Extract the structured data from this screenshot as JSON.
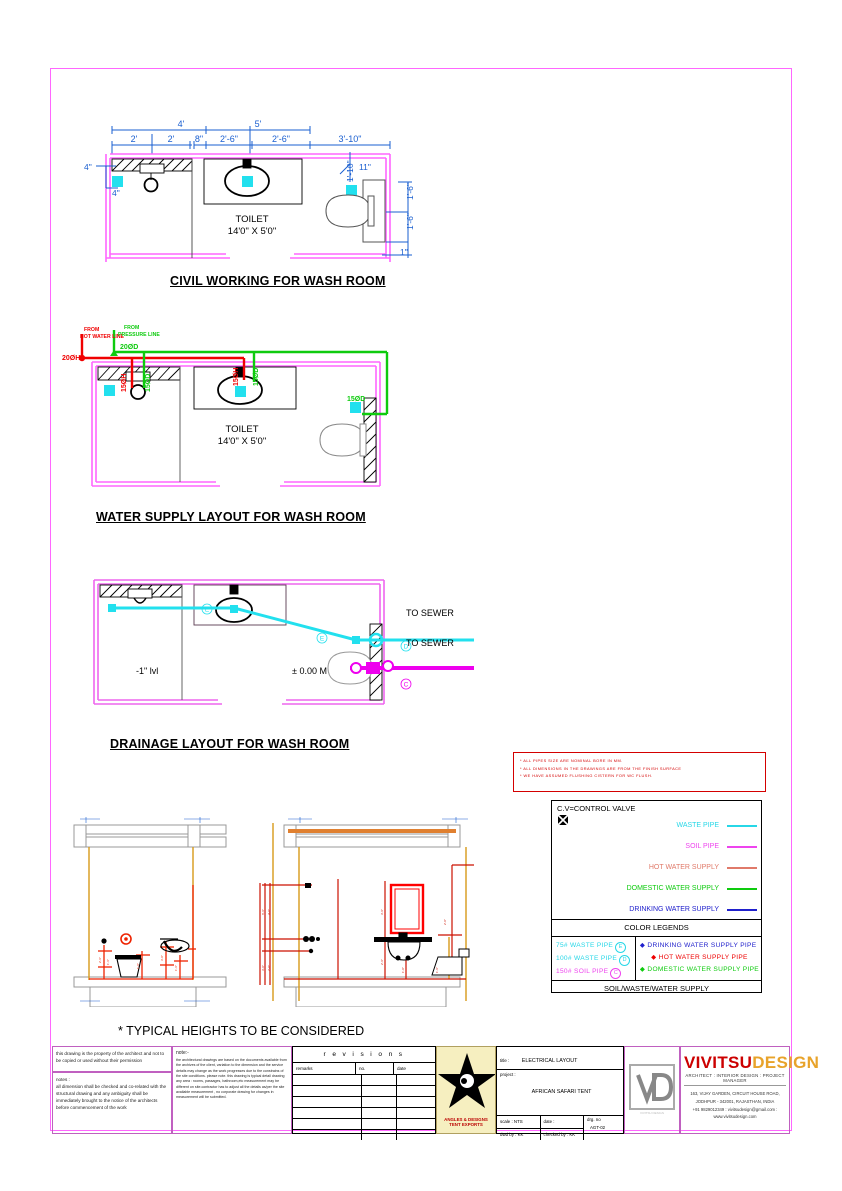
{
  "sheet": {
    "sections": [
      {
        "id": "civil",
        "title": "CIVIL WORKING FOR WASH ROOM"
      },
      {
        "id": "water",
        "title": "WATER SUPPLY LAYOUT FOR WASH ROOM"
      },
      {
        "id": "drainage",
        "title": "DRAINAGE LAYOUT FOR WASH ROOM"
      }
    ],
    "elevation_caption": "* TYPICAL HEIGHTS TO BE CONSIDERED"
  },
  "civil_plan": {
    "room_label": "TOILET",
    "room_size": "14'0\" X 5'0\"",
    "dims_upper": [
      "4'",
      "5'"
    ],
    "dims_lower": [
      "2'",
      "2'",
      "8\"",
      "2'-6\"",
      "2'-6\"",
      "3'-10\""
    ],
    "dims_left": [
      "4\"",
      "4\""
    ],
    "dims_right": [
      "1'-10\"",
      "11\"",
      "1'-6\"",
      "1'-6\"",
      "1'-6\"",
      "1\""
    ]
  },
  "water_plan": {
    "room_label": "TOILET",
    "room_size": "14'0\" X 5'0\"",
    "source_hot": "FROM\nHOT WATER LINE",
    "source_pressure": "FROM\nPRESSURE LINE",
    "tags": [
      "20ØD",
      "20ØH",
      "15ØH",
      "15ØD",
      "15ØD"
    ]
  },
  "drainage_plan": {
    "level_left": "-1\" lvl",
    "level_right": "± 0.00 M",
    "sewer_upper": "TO SEWER",
    "sewer_lower": "TO SEWER",
    "node_tags": [
      "E",
      "E",
      "D",
      "C"
    ]
  },
  "notes_box": {
    "lines": [
      "*  ALL PIPES SIZE ARE NOMINAL BORE IN MM.",
      "*  ALL DIMENSIONS IN THE DRAWINGS ARE FROM THE FINISH SURFACE",
      "*  WE HAVE ASSUMED FLUSHING CISTERN FOR WC FLUSH."
    ],
    "border_color": "#d40000"
  },
  "legend": {
    "control_valve_text": "C.V=CONTROL VALVE",
    "pipes": [
      {
        "label": "WASTE PIPE",
        "color": "#27d7e7"
      },
      {
        "label": "SOIL PIPE",
        "color": "#ee44ee"
      },
      {
        "label": "HOT WATER SUPPLY",
        "color": "#e07a6a"
      },
      {
        "label": "DOMESTIC WATER SUPPLY",
        "color": "#0ecb0e"
      },
      {
        "label": "DRINKING WATER SUPPLY",
        "color": "#2020cc"
      }
    ],
    "color_legends_title": "COLOR LEGENDS",
    "left_items": [
      {
        "text": "75#  WASTE  PIPE",
        "tag": "E",
        "color": "#27d7e7"
      },
      {
        "text": "100# WASTE  PIPE",
        "tag": "D",
        "color": "#27d7e7"
      },
      {
        "text": "150# SOIL   PIPE",
        "tag": "C",
        "color": "#ee44ee"
      }
    ],
    "right_items": [
      {
        "text": "DRINKING  WATER  SUPPLY  PIPE",
        "color": "#2020cc"
      },
      {
        "text": "HOT  WATER  SUPPLY    PIPE",
        "color": "#ee0000"
      },
      {
        "text": "DOMESTIC  WATER  SUPPLY  PIPE",
        "color": "#0ecb0e"
      }
    ],
    "footer": "SOIL/WASTE/WATER  SUPPLY"
  },
  "title_block": {
    "copyright": "this drawing is the property of the architect and not to be copied or used without their permission",
    "notes_label": "notes :",
    "notes_text": "all dimension shall be checked and co-related with the structural drawing and any ambiguity shall be immediately brought to the notice of the architects before commencement of the work",
    "note_col_label": "note:-",
    "note_col_text": "the architectural drawings are based on the documents available from the archives of the client, variation to the dimension and the service details may change as the work progresses due to the constrains of the site conditions. please note. this drawing is typical detail drawing any area : rooms, passages, bathroom,etc measurement may be different on site.contractor has to adjust all the details as/per the site available  measurement , no corporate drawing for changes in measurement will be submitted.",
    "revisions_title": "r e v i s i o n s",
    "revision_headers": [
      "remarks",
      "no.",
      "date"
    ],
    "stamp_line1": "ANGLES & DESIGNS",
    "stamp_line2": "TENT EXPORTS",
    "title_label": "title :",
    "title_value": "ELECTRICAL LAYOUT",
    "project_label": "project :",
    "project_value": "AFRICAN SAFARI TENT",
    "scale_label": "scale : NTS",
    "date_label": "date :",
    "dwg_label": "drg. no",
    "dwg_value": "AGT-02",
    "drawn_label": "dwd by : KK",
    "checked_label": "checked by : KK",
    "logo_mark": "VD",
    "brand_a": "VIVITSU",
    "brand_b": "DESIGN",
    "brand_sub": "ARCHITECT : INTERIOR DESIGN : PROJECT MANAGER",
    "address": "163, VIJAY GARDEN, CIRCUIT HOUSE ROAD,\nJODHPUR - 342001, RAJASTHAN, INDIA",
    "contact": "+91 9829012349 : vivitsudesign@gmail.com :",
    "website": "www.vivitsudesign.com"
  }
}
